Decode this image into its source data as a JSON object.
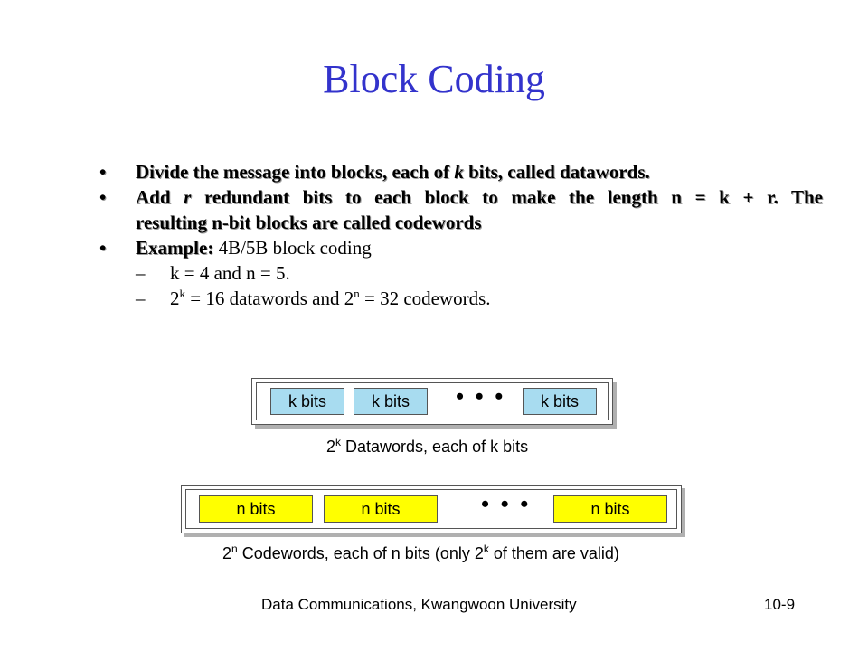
{
  "slide": {
    "title": "Block Coding",
    "bullet_marker": "•",
    "dash_marker": "–",
    "bullets": [
      {
        "pre": "Divide the message into blocks, each of ",
        "var": "k",
        "mid": " bits, called ",
        "term": "datawords."
      },
      {
        "pre": "Add ",
        "var": "r",
        "line1_rest": " redundant bits to each block to make the length n = k + r. The",
        "line2": "resulting n-bit blocks are called ",
        "term": "codewords"
      },
      {
        "label": "Example:",
        "text": " 4B/5B block coding"
      }
    ],
    "sub_bullets": [
      {
        "text": "k = 4 and n = 5."
      },
      {
        "base1": "2",
        "sup1": "k",
        "mid": " = 16 datawords and 2",
        "sup2": "n",
        "end": " = 32 codewords."
      }
    ]
  },
  "diagram": {
    "dataword_cells": [
      "k bits",
      "k bits",
      "k bits"
    ],
    "codeword_cells": [
      "n bits",
      "n bits",
      "n bits"
    ],
    "ellipsis": "• • •",
    "dataword_caption": {
      "base": "2",
      "sup": "k",
      "rest": " Datawords, each of k bits"
    },
    "codeword_caption": {
      "base": "2",
      "sup": "n",
      "mid": " Codewords, each of n bits (only 2",
      "sup2": "k",
      "end": " of them are valid)"
    }
  },
  "footer": {
    "left": "Data Communications, Kwangwoon University",
    "right": "10-9"
  }
}
